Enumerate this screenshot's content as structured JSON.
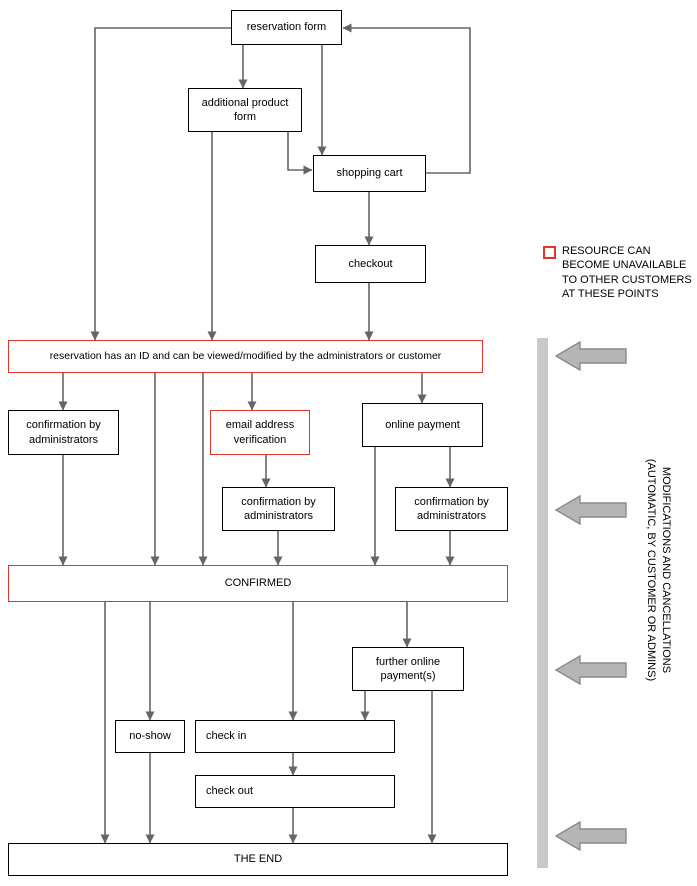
{
  "colors": {
    "red": "#e53528",
    "arrow": "#666666",
    "legend_arrow_fill": "#b5b5b5",
    "legend_arrow_stroke": "#8a8a8a",
    "bar": "#c9c9c9"
  },
  "nodes": {
    "reservation_form": {
      "label": "reservation form"
    },
    "additional_product_form": {
      "label": "additional product form"
    },
    "shopping_cart": {
      "label": "shopping cart"
    },
    "checkout": {
      "label": "checkout"
    },
    "reservation_id": {
      "label": "reservation has an ID and can be viewed/modified by the administrators or customer"
    },
    "confirmation_by_admins_left": {
      "label": "confirmation by administrators"
    },
    "email_verification": {
      "label": "email address verification"
    },
    "online_payment": {
      "label": "online payment"
    },
    "confirmation_by_admins_mid": {
      "label": "confirmation by administrators"
    },
    "confirmation_by_admins_right": {
      "label": "confirmation by administrators"
    },
    "confirmed": {
      "label": "CONFIRMED"
    },
    "further_payments": {
      "label": "further online payment(s)"
    },
    "no_show": {
      "label": "no-show"
    },
    "check_in": {
      "label": "check in"
    },
    "check_out": {
      "label": "check out"
    },
    "the_end": {
      "label": "THE END"
    }
  },
  "legend": {
    "resource_note": "RESOURCE CAN\nBECOME UNAVAILABLE\nTO OTHER CUSTOMERS\nAT THESE POINTS",
    "side_note_line1": "MODIFICATIONS AND CANCELLATIONS",
    "side_note_line2": "(AUTOMATIC, BY CUSTOMER OR ADMINS)"
  }
}
